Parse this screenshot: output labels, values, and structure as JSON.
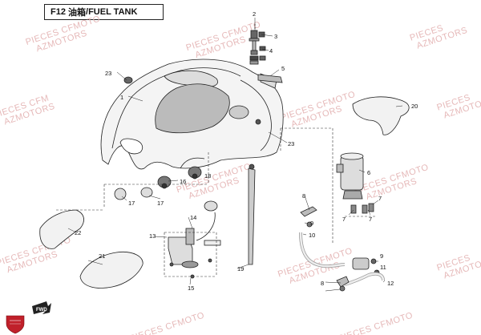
{
  "title": {
    "code": "F12",
    "name_cn": "油箱",
    "name_en": "/FUEL TANK"
  },
  "watermarks": {
    "line1": "PIECES CFMOTO",
    "line2": "AZMOTORS",
    "line1_alt": "PIECES",
    "line2_alt": "AZMOTORS",
    "line1_b": "PIECES CFM",
    "line1_c": "PIECES CFMOTO",
    "line2_c": "AZMOTORS"
  },
  "fwd_label": "FWD",
  "callouts": {
    "c1": "1",
    "c2": "2",
    "c3": "3",
    "c4": "4",
    "c5": "5",
    "c6": "6",
    "c7a": "7",
    "c7b": "7",
    "c7c": "7",
    "c8a": "8",
    "c8b": "8",
    "c9a": "9",
    "c9b": "9",
    "c10": "10",
    "c11": "11",
    "c12": "12",
    "c13": "13",
    "c14": "14",
    "c15": "15",
    "c16": "16",
    "c17a": "17",
    "c17b": "17",
    "c18": "18",
    "c19": "19",
    "c20": "20",
    "c21": "21",
    "c22": "22",
    "c23a": "23",
    "c23b": "23"
  },
  "colors": {
    "line": "#222222",
    "watermark": "#e6b9b9",
    "logo": "#c0202a"
  }
}
